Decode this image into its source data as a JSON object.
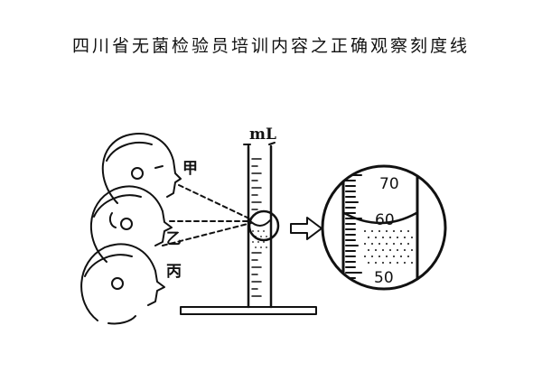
{
  "title": "四川省无菌检验员培训内容之正确观察刻度线",
  "diagram": {
    "observers": [
      "甲",
      "乙",
      "丙"
    ],
    "cylinder_unit": "mL",
    "magnified_scale": [
      "70",
      "60",
      "50"
    ]
  },
  "colors": {
    "ink": "#111111",
    "background": "#ffffff"
  }
}
